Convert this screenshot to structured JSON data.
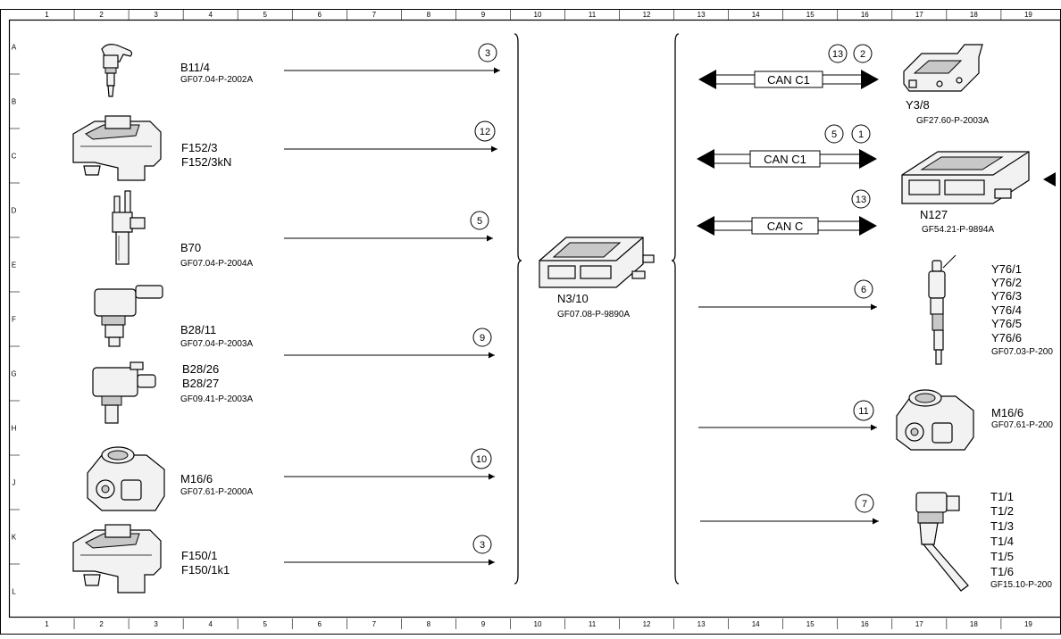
{
  "grid": {
    "columns": [
      "1",
      "2",
      "3",
      "4",
      "5",
      "6",
      "7",
      "8",
      "9",
      "10",
      "11",
      "12",
      "13",
      "14",
      "15",
      "16",
      "17",
      "18",
      "19"
    ],
    "rows": [
      "A",
      "B",
      "C",
      "D",
      "E",
      "F",
      "G",
      "H",
      "J",
      "K",
      "L"
    ]
  },
  "left_components": [
    {
      "names": [
        "B11/4"
      ],
      "code": "GF07.04-P-2002A",
      "badge": "3",
      "icon": "temperature-sensor-icon"
    },
    {
      "names": [
        "F152/3",
        "F152/3kN"
      ],
      "code": "",
      "badge": "12",
      "icon": "fuse-relay-box-icon"
    },
    {
      "names": [
        "B70"
      ],
      "code": "GF07.04-P-2004A",
      "badge": "5",
      "icon": "crankshaft-sensor-icon"
    },
    {
      "names": [
        "B28/11"
      ],
      "code": "GF07.04-P-2003A",
      "badge": "9",
      "icon": "pressure-sensor-icon"
    },
    {
      "names": [
        "B28/26",
        "B28/27"
      ],
      "code": "GF09.41-P-2003A",
      "badge": "",
      "icon": "pressure-sensor-icon"
    },
    {
      "names": [
        "M16/6"
      ],
      "code": "GF07.61-P-2000A",
      "badge": "10",
      "icon": "throttle-actuator-icon"
    },
    {
      "names": [
        "F150/1",
        "F150/1k1"
      ],
      "code": "",
      "badge": "3",
      "icon": "fuse-relay-box-icon"
    }
  ],
  "center": {
    "name": "N3/10",
    "code": "GF07.08-P-9890A",
    "icon": "control-unit-icon"
  },
  "can_links": [
    {
      "label": "CAN C1",
      "badges": [
        "13",
        "2"
      ]
    },
    {
      "label": "CAN C1",
      "badges": [
        "5",
        "1"
      ]
    },
    {
      "label": "CAN C",
      "badges": [
        "13"
      ]
    }
  ],
  "right_components": [
    {
      "names": [
        "Y3/8"
      ],
      "code": "GF27.60-P-2003A",
      "icon": "valve-body-icon"
    },
    {
      "names": [
        "N127"
      ],
      "code": "GF54.21-P-9894A",
      "icon": "control-unit-icon"
    },
    {
      "names": [
        "Y76/1",
        "Y76/2",
        "Y76/3",
        "Y76/4",
        "Y76/5",
        "Y76/6"
      ],
      "code": "GF07.03-P-200",
      "badge": "6",
      "icon": "injector-icon"
    },
    {
      "names": [
        "M16/6"
      ],
      "code": "GF07.61-P-200",
      "badge": "11",
      "icon": "throttle-actuator-icon"
    },
    {
      "names": [
        "T1/1",
        "T1/2",
        "T1/3",
        "T1/4",
        "T1/5",
        "T1/6"
      ],
      "code": "GF15.10-P-200",
      "badge": "7",
      "icon": "ignition-coil-icon"
    }
  ]
}
